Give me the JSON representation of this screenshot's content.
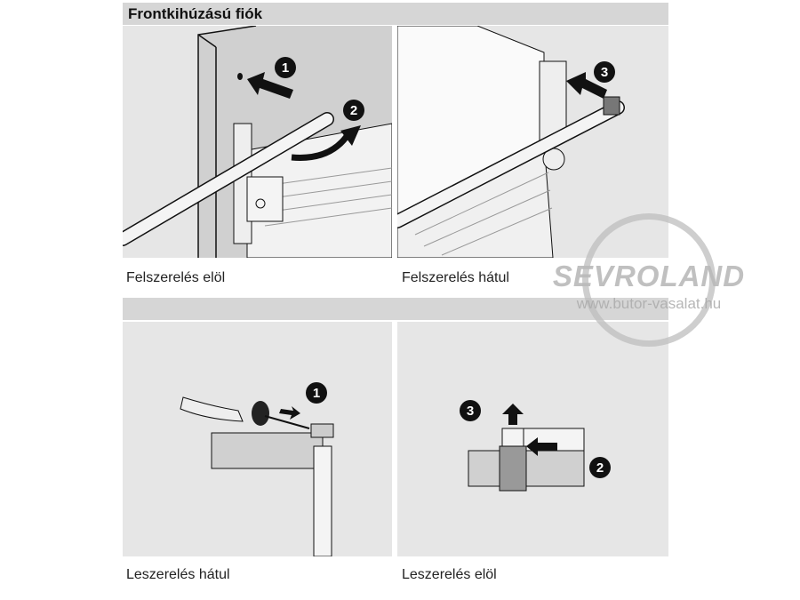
{
  "header": {
    "title": "Frontkihúzású fiók"
  },
  "panels": [
    {
      "caption": "Felszerelés elöl",
      "steps": [
        "1",
        "2"
      ]
    },
    {
      "caption": "Felszerelés hátul",
      "steps": [
        "3"
      ]
    },
    {
      "caption": "Leszerelés hátul",
      "steps": [
        "1"
      ]
    },
    {
      "caption": "Leszerelés elöl",
      "steps": [
        "3",
        "2"
      ]
    }
  ],
  "watermark": {
    "brand": "SEVROLAND",
    "url": "www.butor-vasalat.hu"
  }
}
